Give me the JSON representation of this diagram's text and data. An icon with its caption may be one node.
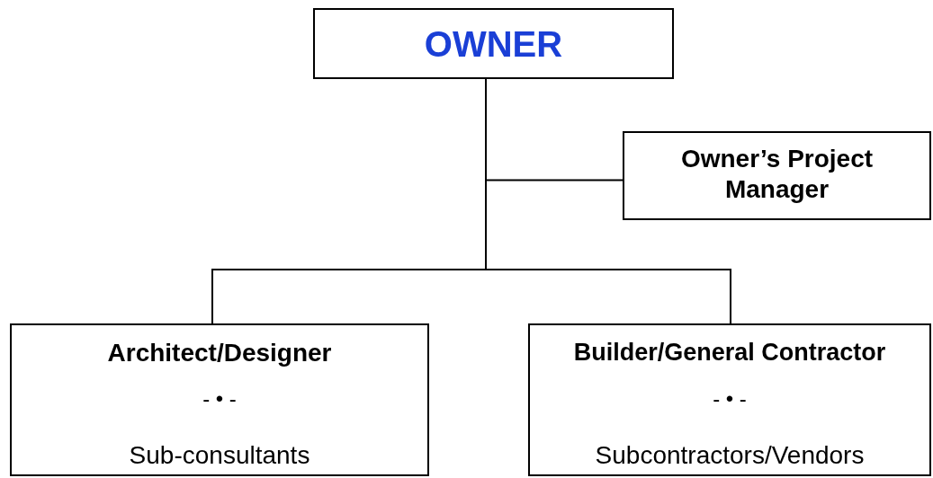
{
  "diagram": {
    "nodes": [
      {
        "text": [
          "OWNER"
        ]
      },
      {
        "text": [
          "Owner’s Project Manager"
        ]
      },
      {
        "text": [
          "Architect/Designer",
          "- • -",
          "Sub-consultants"
        ]
      },
      {
        "text": [
          "Builder/General Contractor",
          "- • -",
          "Subcontractors/Vendors"
        ]
      }
    ],
    "edges": [
      {
        "from": 0,
        "to": 1,
        "arrow": "none"
      },
      {
        "from": 0,
        "to": 2,
        "arrow": "none"
      },
      {
        "from": 0,
        "to": 3,
        "arrow": "none"
      }
    ]
  }
}
